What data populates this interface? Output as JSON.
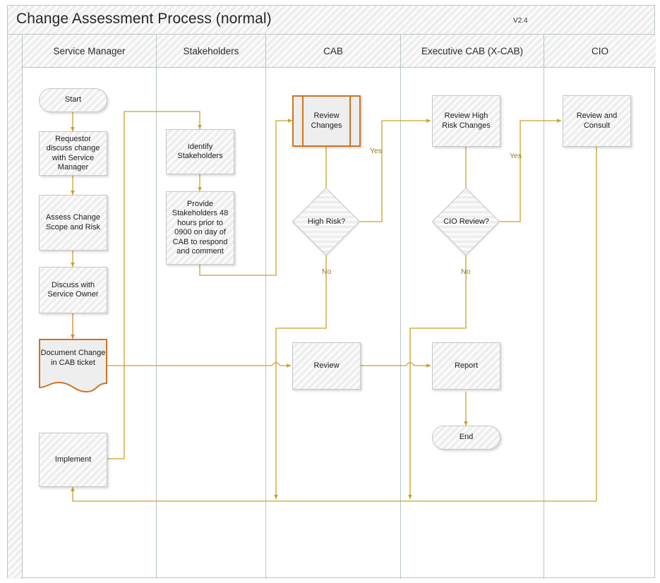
{
  "diagram": {
    "title": "Change Assessment Process (normal)",
    "version": "V2.4",
    "type": "swimlane-flowchart",
    "accent_color": "#cf7322",
    "connector_color": "#c9a227",
    "shape_fill": "#eeeeee",
    "shape_border": "#c6c6c6"
  },
  "lanes": [
    {
      "id": "service-manager",
      "label": "Service Manager"
    },
    {
      "id": "stakeholders",
      "label": "Stakeholders"
    },
    {
      "id": "cab",
      "label": "CAB"
    },
    {
      "id": "executive-cab",
      "label": "Executive CAB (X-CAB)"
    },
    {
      "id": "cio",
      "label": "CIO"
    }
  ],
  "nodes": {
    "start": {
      "label": "Start",
      "shape": "terminator"
    },
    "requestor": {
      "label": "Requestor discuss change with Service Manager",
      "shape": "process"
    },
    "assess": {
      "label": "Assess Change Scope and Risk",
      "shape": "process"
    },
    "discuss_owner": {
      "label": "Discuss with Service Owner",
      "shape": "process"
    },
    "document_change": {
      "label": "Document Change in CAB ticket",
      "shape": "document",
      "highlighted": true
    },
    "implement": {
      "label": "Implement",
      "shape": "process"
    },
    "identify": {
      "label": "Identify Stakeholders",
      "shape": "process"
    },
    "provide": {
      "label": "Provide Stakeholders 48 hours prior to 0900 on day of CAB to respond and comment",
      "shape": "process"
    },
    "review_changes": {
      "label": "Review Changes",
      "shape": "predefined-process",
      "highlighted": true
    },
    "high_risk": {
      "label": "High Risk?",
      "shape": "decision"
    },
    "review": {
      "label": "Review",
      "shape": "process"
    },
    "review_high_risk": {
      "label": "Review High Risk Changes",
      "shape": "process"
    },
    "cio_review": {
      "label": "CIO Review?",
      "shape": "decision"
    },
    "report": {
      "label": "Report",
      "shape": "process"
    },
    "end": {
      "label": "End",
      "shape": "terminator"
    },
    "review_consult": {
      "label": "Review and Consult",
      "shape": "process"
    }
  },
  "edge_labels": {
    "high_risk_yes": "Yes",
    "high_risk_no": "No",
    "cio_yes": "Yes",
    "cio_no": "No"
  }
}
